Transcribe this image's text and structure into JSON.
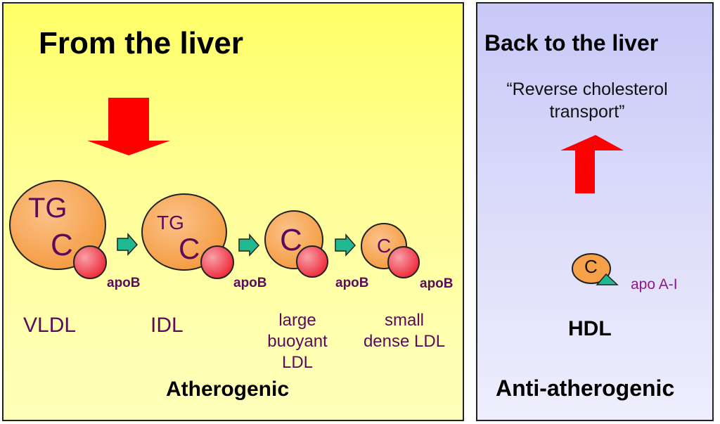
{
  "left_panel": {
    "title": "From the liver",
    "footer": "Atherogenic",
    "particles": [
      {
        "name": "VLDL",
        "core_lines": [
          "TG",
          "C"
        ],
        "apo": "apoB",
        "label_lines": [
          "VLDL"
        ]
      },
      {
        "name": "IDL",
        "core_lines": [
          "TG",
          "C"
        ],
        "apo": "apoB",
        "label_lines": [
          "IDL"
        ]
      },
      {
        "name": "large buoyant LDL",
        "core_lines": [
          "C"
        ],
        "apo": "apoB",
        "label_lines": [
          "large",
          "buoyant",
          "LDL"
        ]
      },
      {
        "name": "small dense LDL",
        "core_lines": [
          "C"
        ],
        "apo": "apoB",
        "label_lines": [
          "small",
          "dense LDL"
        ]
      }
    ]
  },
  "right_panel": {
    "title": "Back to the liver",
    "subtitle_lines": [
      "“Reverse cholesterol",
      "transport”"
    ],
    "particle": {
      "name": "HDL",
      "core": "C",
      "apo": "apo A-I",
      "label": "HDL"
    },
    "footer": "Anti-atherogenic"
  },
  "colors": {
    "core": "#f7a04a",
    "apob": "#f05060",
    "arrow_big": "#ff0000",
    "arrow_small": "#20b890",
    "text_purple": "#5c0a5c",
    "apoa": "#20b890"
  }
}
